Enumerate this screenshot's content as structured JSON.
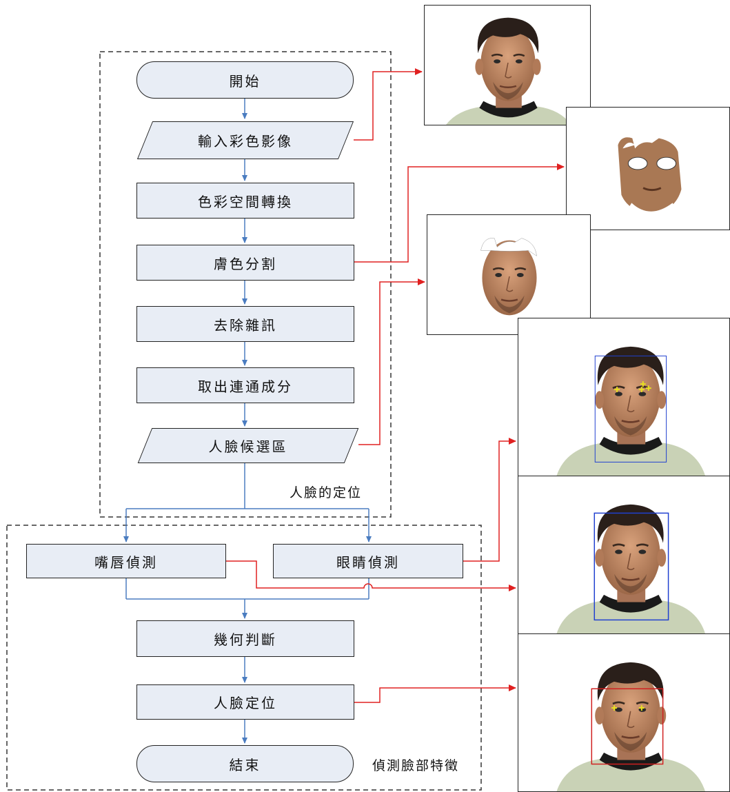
{
  "nodes": {
    "start": "開始",
    "input_image": "輸入彩色影像",
    "color_space": "色彩空間轉換",
    "skin_seg": "膚色分割",
    "denoise": "去除雜訊",
    "components": "取出連通成分",
    "face_candidates": "人臉候選區",
    "lip_detect": "嘴唇偵測",
    "eye_detect": "眼睛偵測",
    "geometry": "幾何判斷",
    "face_locate": "人臉定位",
    "end": "結束"
  },
  "groups": {
    "face_localization": "人臉的定位",
    "feature_detection": "偵測臉部特徵"
  },
  "colors": {
    "flow_arrow": "#4a7cc0",
    "result_arrow": "#e02020",
    "box_fill": "#e8edf5",
    "eye_mark": "#e8e020",
    "eye_box": "#2040d0",
    "face_box": "#d02020"
  },
  "photos": [
    {
      "name": "original-photo",
      "mask": "none"
    },
    {
      "name": "skin-mask-photo",
      "mask": "skin-binary"
    },
    {
      "name": "skin-segment-photo",
      "mask": "skin"
    },
    {
      "name": "eye-detect-photo",
      "mask": "eyes"
    },
    {
      "name": "lip-detect-photo",
      "mask": "lips"
    },
    {
      "name": "final-face-photo",
      "mask": "final"
    }
  ]
}
